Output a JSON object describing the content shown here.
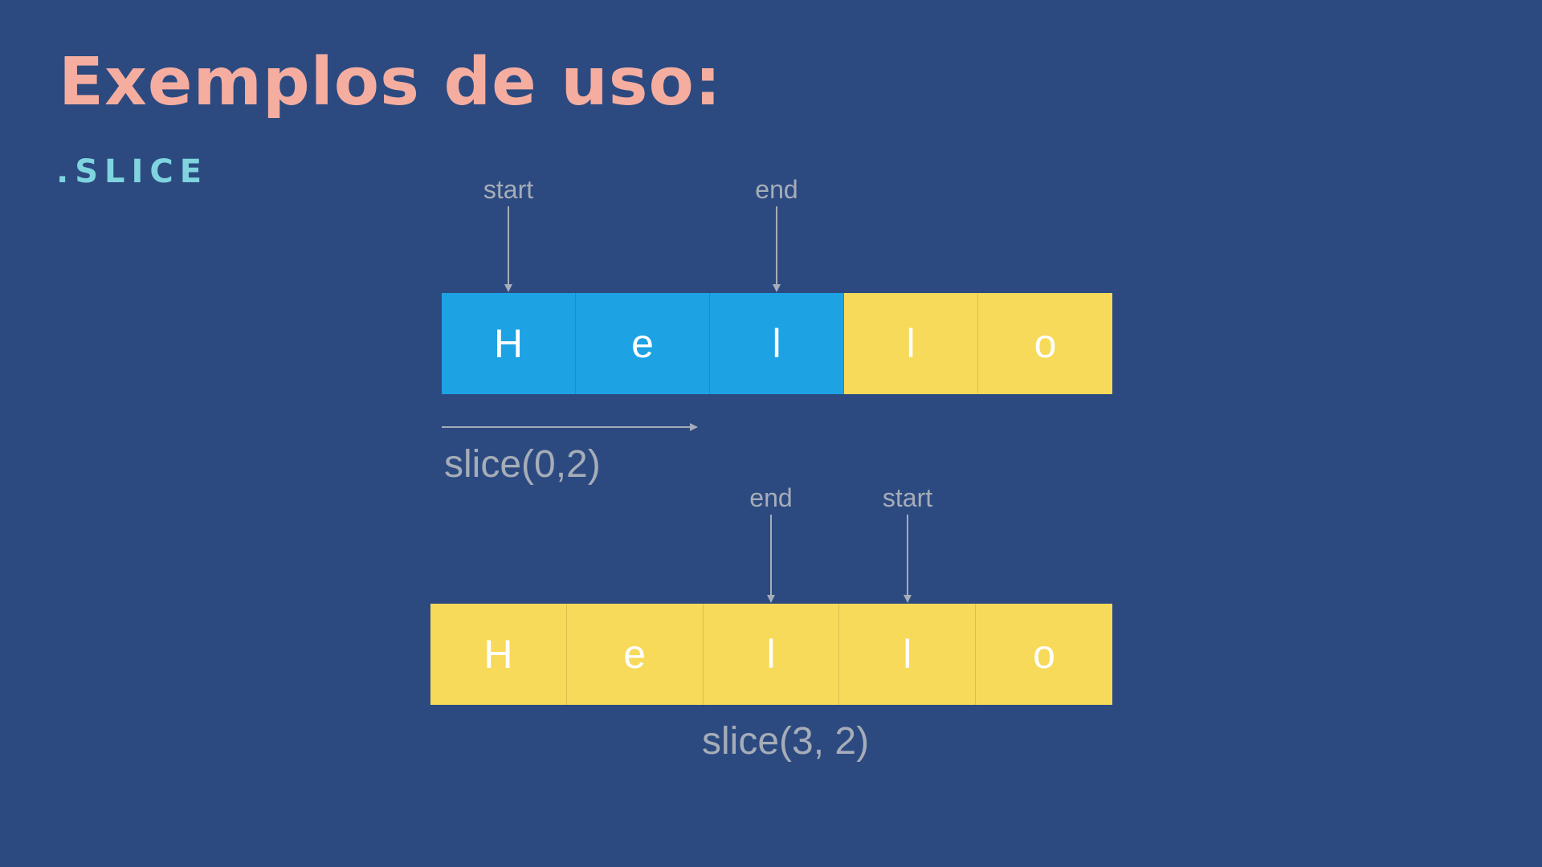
{
  "title": "Exemplos de uso:",
  "subtitle": ".SLICE",
  "colors": {
    "background": "#2c4a80",
    "title": "#f5ada0",
    "subtitle": "#7fd4df",
    "selected_cell": "#1da2e4",
    "unselected_cell": "#f7da5a",
    "label": "#a6adb8"
  },
  "example1": {
    "start_label": "start",
    "end_label": "end",
    "cells": [
      "H",
      "e",
      "l",
      "l",
      "o"
    ],
    "selected": [
      true,
      true,
      true,
      false,
      false
    ],
    "call": "slice(0,2)"
  },
  "example2": {
    "end_label": "end",
    "start_label": "start",
    "cells": [
      "H",
      "e",
      "l",
      "l",
      "o"
    ],
    "selected": [
      false,
      false,
      false,
      false,
      false
    ],
    "call": "slice(3, 2)"
  }
}
